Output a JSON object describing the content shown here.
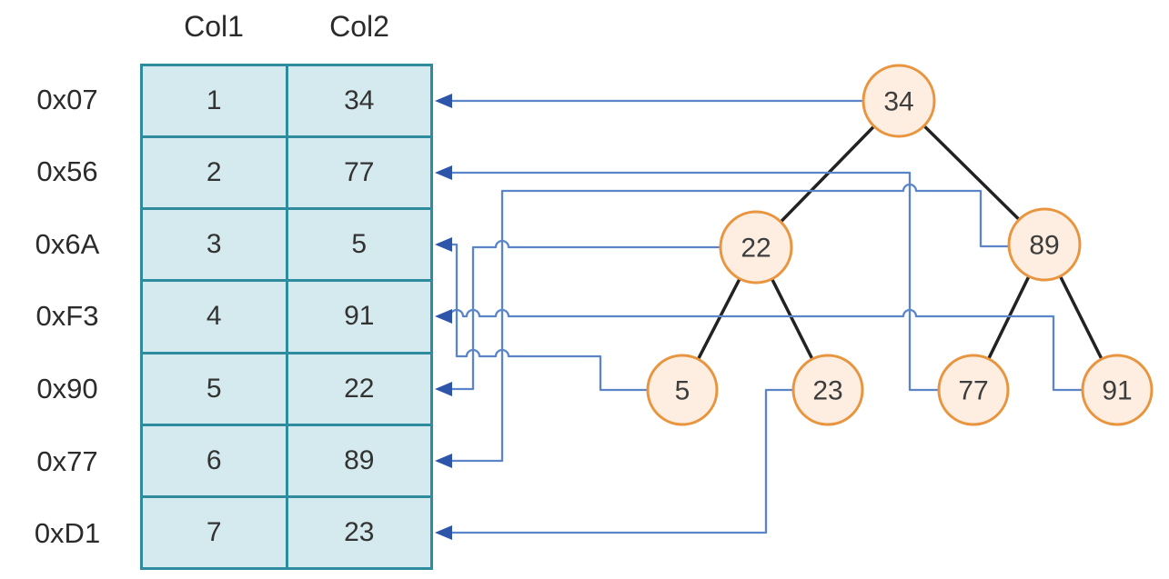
{
  "table": {
    "col_headers": [
      "Col1",
      "Col2"
    ],
    "rows": [
      {
        "addr": "0x07",
        "col1": "1",
        "col2": "34"
      },
      {
        "addr": "0x56",
        "col1": "2",
        "col2": "77"
      },
      {
        "addr": "0x6A",
        "col1": "3",
        "col2": "5"
      },
      {
        "addr": "0xF3",
        "col1": "4",
        "col2": "91"
      },
      {
        "addr": "0x90",
        "col1": "5",
        "col2": "22"
      },
      {
        "addr": "0x77",
        "col1": "6",
        "col2": "89"
      },
      {
        "addr": "0xD1",
        "col1": "7",
        "col2": "23"
      }
    ]
  },
  "tree": {
    "root": "34",
    "nodes": [
      {
        "value": "34"
      },
      {
        "value": "22"
      },
      {
        "value": "89"
      },
      {
        "value": "5"
      },
      {
        "value": "23"
      },
      {
        "value": "77"
      },
      {
        "value": "91"
      }
    ],
    "edges": [
      [
        "34",
        "22"
      ],
      [
        "34",
        "89"
      ],
      [
        "22",
        "5"
      ],
      [
        "22",
        "23"
      ],
      [
        "89",
        "77"
      ],
      [
        "89",
        "91"
      ]
    ]
  },
  "links": [
    {
      "node": "34",
      "row_addr": "0x07"
    },
    {
      "node": "77",
      "row_addr": "0x56"
    },
    {
      "node": "5",
      "row_addr": "0x6A"
    },
    {
      "node": "91",
      "row_addr": "0xF3"
    },
    {
      "node": "22",
      "row_addr": "0x90"
    },
    {
      "node": "89",
      "row_addr": "0x77"
    },
    {
      "node": "23",
      "row_addr": "0xD1"
    }
  ],
  "colors": {
    "table_cell_fill": "#d5eaee",
    "table_grid": "#2e8c9e",
    "node_fill": "#fdeee1",
    "node_stroke": "#e9953f",
    "node_text": "#3d3d3d",
    "tree_edge": "#222222",
    "connector_line": "#5b84c9",
    "arrowhead": "#2d56ab",
    "label_text": "#2b2b2b"
  }
}
